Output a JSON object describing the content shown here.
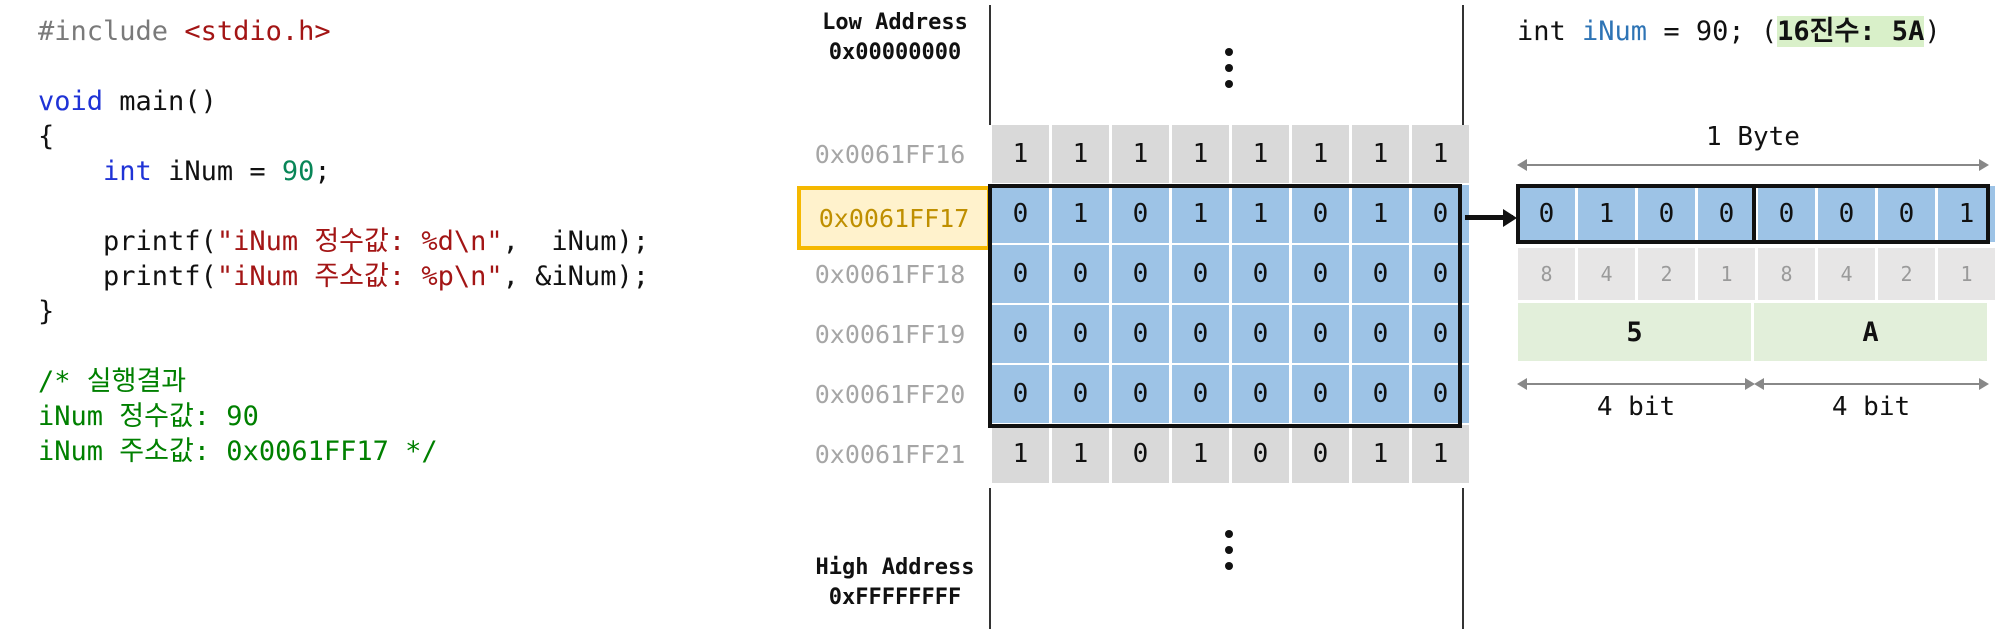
{
  "code": {
    "lines": [
      [
        {
          "t": "#include ",
          "c": "pp"
        },
        {
          "t": "<stdio.h>",
          "c": "str"
        }
      ],
      [],
      [
        {
          "t": "void",
          "c": "kw"
        },
        {
          "t": " main()",
          "c": ""
        }
      ],
      [
        {
          "t": "{",
          "c": ""
        }
      ],
      [
        {
          "t": "    ",
          "c": ""
        },
        {
          "t": "int",
          "c": "kw"
        },
        {
          "t": " iNum = ",
          "c": ""
        },
        {
          "t": "90",
          "c": "num"
        },
        {
          "t": ";",
          "c": ""
        }
      ],
      [],
      [
        {
          "t": "    printf(",
          "c": ""
        },
        {
          "t": "\"iNum 정수값: %d\\n\"",
          "c": "str"
        },
        {
          "t": ",  iNum);",
          "c": ""
        }
      ],
      [
        {
          "t": "    printf(",
          "c": ""
        },
        {
          "t": "\"iNum 주소값: %p\\n\"",
          "c": "str"
        },
        {
          "t": ", &iNum);",
          "c": ""
        }
      ],
      [
        {
          "t": "}",
          "c": ""
        }
      ],
      [],
      [
        {
          "t": "/* 실행결과",
          "c": "cm"
        }
      ],
      [
        {
          "t": "iNum 정수값: 90",
          "c": "cm"
        }
      ],
      [
        {
          "t": "iNum 주소값: 0x0061FF17 */",
          "c": "cm"
        }
      ]
    ]
  },
  "memory": {
    "low_label": "Low Address",
    "low_addr": "0x00000000",
    "high_label": "High Address",
    "high_addr": "0xFFFFFFFF",
    "rows": [
      {
        "addr": "0x0061FF16",
        "bits": [
          "1",
          "1",
          "1",
          "1",
          "1",
          "1",
          "1",
          "1"
        ],
        "style": "gray",
        "highlight": false
      },
      {
        "addr": "0x0061FF17",
        "bits": [
          "0",
          "1",
          "0",
          "1",
          "1",
          "0",
          "1",
          "0"
        ],
        "style": "blue",
        "highlight": true
      },
      {
        "addr": "0x0061FF18",
        "bits": [
          "0",
          "0",
          "0",
          "0",
          "0",
          "0",
          "0",
          "0"
        ],
        "style": "blue",
        "highlight": false
      },
      {
        "addr": "0x0061FF19",
        "bits": [
          "0",
          "0",
          "0",
          "0",
          "0",
          "0",
          "0",
          "0"
        ],
        "style": "blue",
        "highlight": false
      },
      {
        "addr": "0x0061FF20",
        "bits": [
          "0",
          "0",
          "0",
          "0",
          "0",
          "0",
          "0",
          "0"
        ],
        "style": "blue",
        "highlight": false
      },
      {
        "addr": "0x0061FF21",
        "bits": [
          "1",
          "1",
          "0",
          "1",
          "0",
          "0",
          "1",
          "1"
        ],
        "style": "gray",
        "highlight": false
      }
    ]
  },
  "detail": {
    "title_pre": "int ",
    "title_var": "iNum",
    "title_mid": " = 90; (",
    "title_hex": "16진수: 5A",
    "title_post": ")",
    "byte_label": "1 Byte",
    "bits": [
      "0",
      "1",
      "0",
      "0",
      "0",
      "0",
      "0",
      "1"
    ],
    "weights": [
      "8",
      "4",
      "2",
      "1",
      "8",
      "4",
      "2",
      "1"
    ],
    "hex_digits": [
      "5",
      "A"
    ],
    "nibble_label_left": "4 bit",
    "nibble_label_right": "4 bit"
  },
  "colors": {
    "gray_cell": "#d9d9d9",
    "blue_cell": "#9dc3e6",
    "highlight_border": "#f5b800",
    "hex_bg": "#e2efda"
  }
}
